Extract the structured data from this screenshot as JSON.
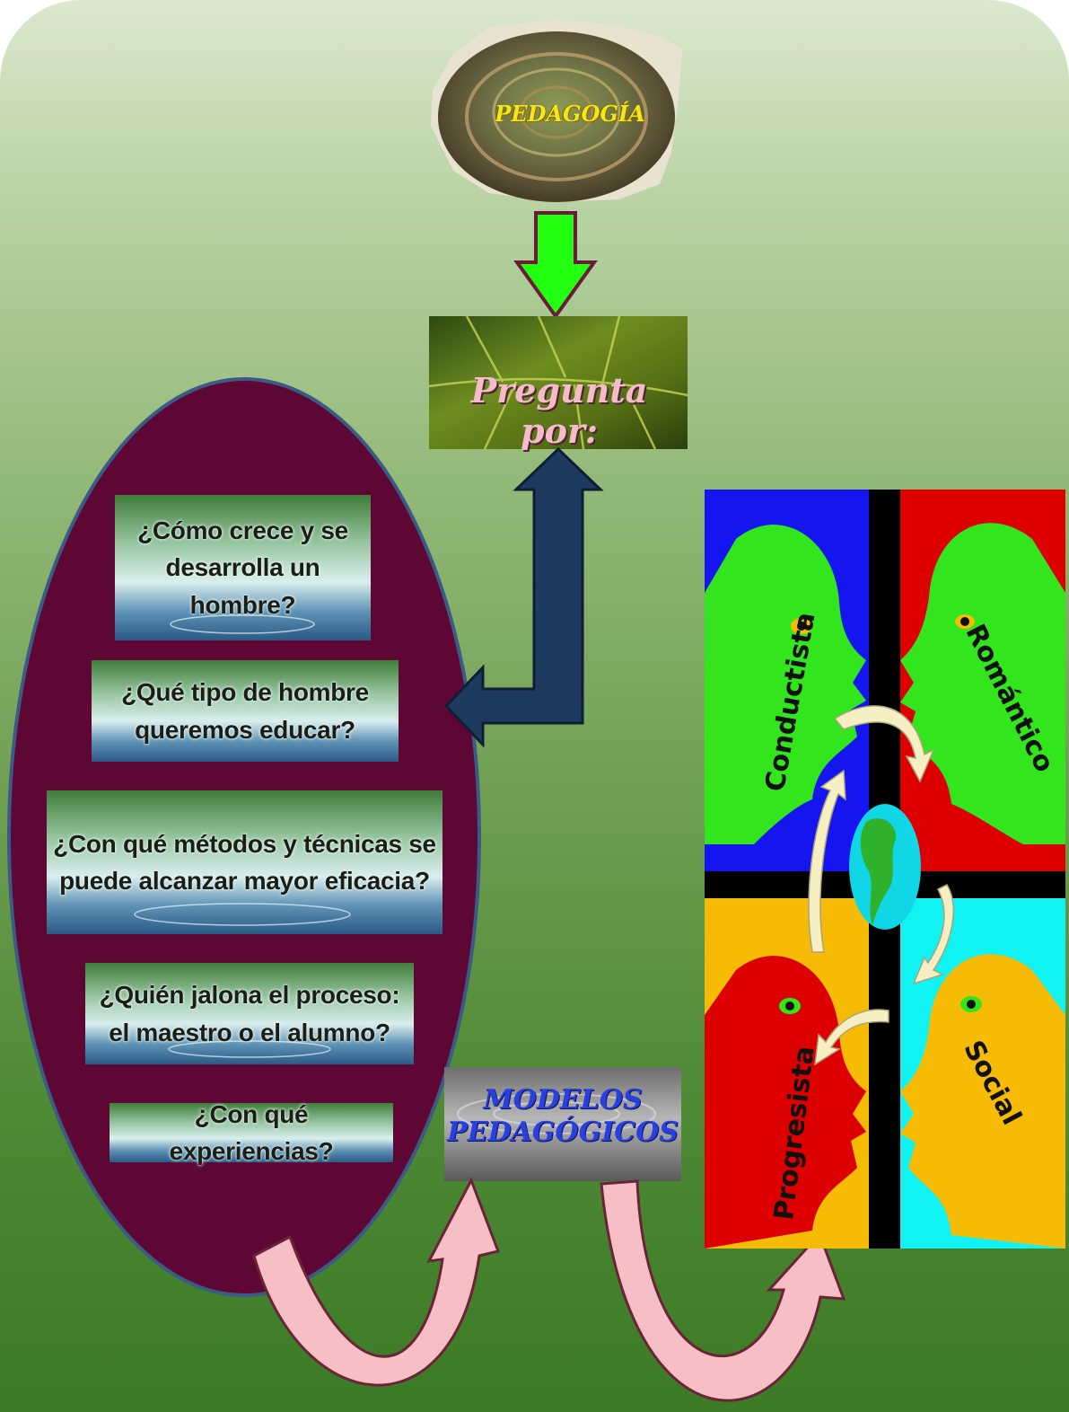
{
  "diagram": {
    "title": "PEDAGOGÍA",
    "subtitle": "Pregunta por:",
    "questions": [
      "¿Cómo crece y se desarrolla un hombre?",
      "¿Qué tipo de hombre queremos educar?",
      "¿Con qué métodos y técnicas se puede alcanzar mayor eficacia?",
      "¿Quién jalona el proceso: el maestro o el alumno?",
      "¿Con qué experiencias?"
    ],
    "models_box": {
      "line1": "MODELOS",
      "line2": "PEDAGÓGICOS"
    },
    "models": [
      "Conductista",
      "Romántico",
      "Progresista",
      "Social"
    ]
  },
  "colors": {
    "background_top": "#dbe8cf",
    "background_bottom": "#3b7a26",
    "oval_fill": "#5e0734",
    "down_arrow": "#22ff11",
    "blue_arrow": "#1d3a5f",
    "curved_arrows": "#f6bfc6",
    "title_text": "#f3e61d",
    "subtitle_text": "#f4bcc9",
    "models_text": "#2a3fe0",
    "panel_blue": "#1515f0",
    "panel_green": "#33e51c",
    "panel_red": "#dd0000",
    "panel_cyan": "#11f2f2",
    "panel_orange": "#f5bb05"
  },
  "icons": [
    "shell-image",
    "leaf-image",
    "water-image",
    "globe-icon",
    "head-silhouette"
  ]
}
